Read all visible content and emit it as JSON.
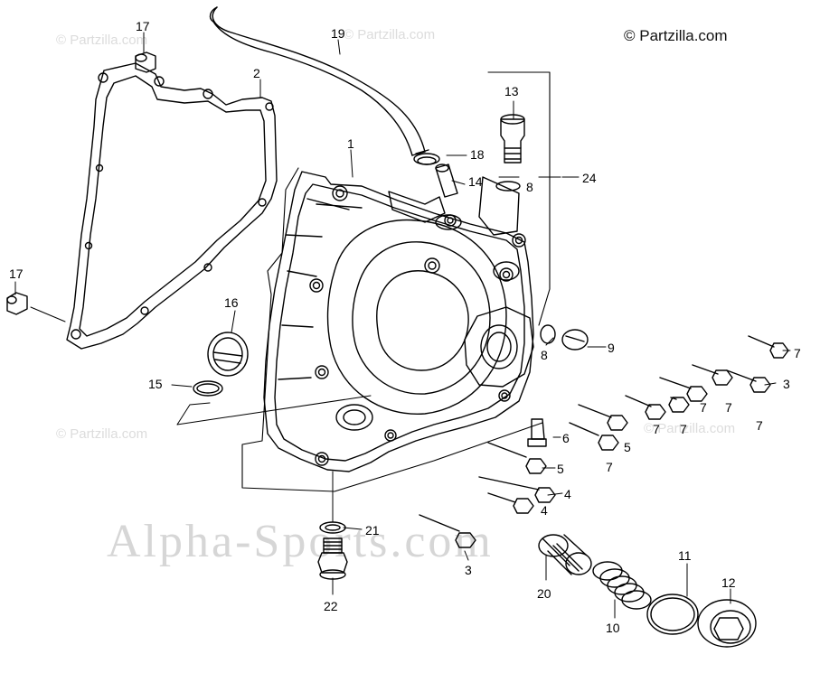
{
  "copyright": "© Partzilla.com",
  "watermark_small": "© Partzilla.com",
  "watermark_big": "Alpha-Sports.com",
  "callouts": {
    "c1": "1",
    "c2": "2",
    "c3a": "3",
    "c3b": "3",
    "c4a": "4",
    "c4b": "4",
    "c5a": "5",
    "c5b": "5",
    "c6": "6",
    "c7a": "7",
    "c7b": "7",
    "c7c": "7",
    "c7d": "7",
    "c7e": "7",
    "c7f": "7",
    "c7g": "7",
    "c8a": "8",
    "c8b": "8",
    "c9": "9",
    "c10": "10",
    "c11": "11",
    "c12": "12",
    "c13": "13",
    "c14": "14",
    "c15": "15",
    "c16": "16",
    "c17a": "17",
    "c17b": "17",
    "c18": "18",
    "c19": "19",
    "c20": "20",
    "c21": "21",
    "c22": "22",
    "c24": "24"
  },
  "colors": {
    "line": "#000000",
    "watermark": "#d6d6d6"
  }
}
